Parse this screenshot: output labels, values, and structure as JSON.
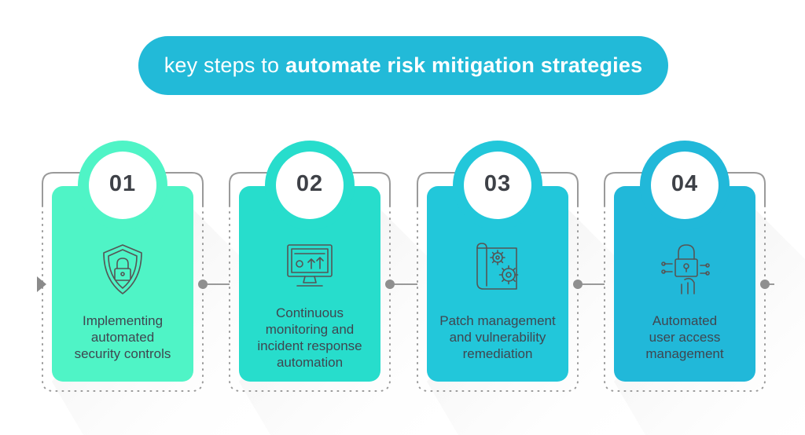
{
  "title": {
    "prefix": "key steps to",
    "emphasis": "automate risk mitigation strategies"
  },
  "colors": {
    "title_bg": "#22bad8",
    "step_colors": [
      "#4ff4c6",
      "#27ddcc",
      "#22c7da",
      "#21b8d9"
    ],
    "connector": "#9a9a9a",
    "text": "#3f4650"
  },
  "steps": [
    {
      "number": "01",
      "icon": "shield-lock-icon",
      "lines": [
        "Implementing",
        "automated",
        "security controls"
      ]
    },
    {
      "number": "02",
      "icon": "monitor-dashboard-icon",
      "lines": [
        "Continuous",
        "monitoring and",
        "incident response",
        "automation"
      ]
    },
    {
      "number": "03",
      "icon": "gears-blueprint-icon",
      "lines": [
        "Patch management",
        "and vulnerability",
        "remediation"
      ]
    },
    {
      "number": "04",
      "icon": "lock-fingerprint-icon",
      "lines": [
        "Automated",
        "user access",
        "management"
      ]
    }
  ]
}
